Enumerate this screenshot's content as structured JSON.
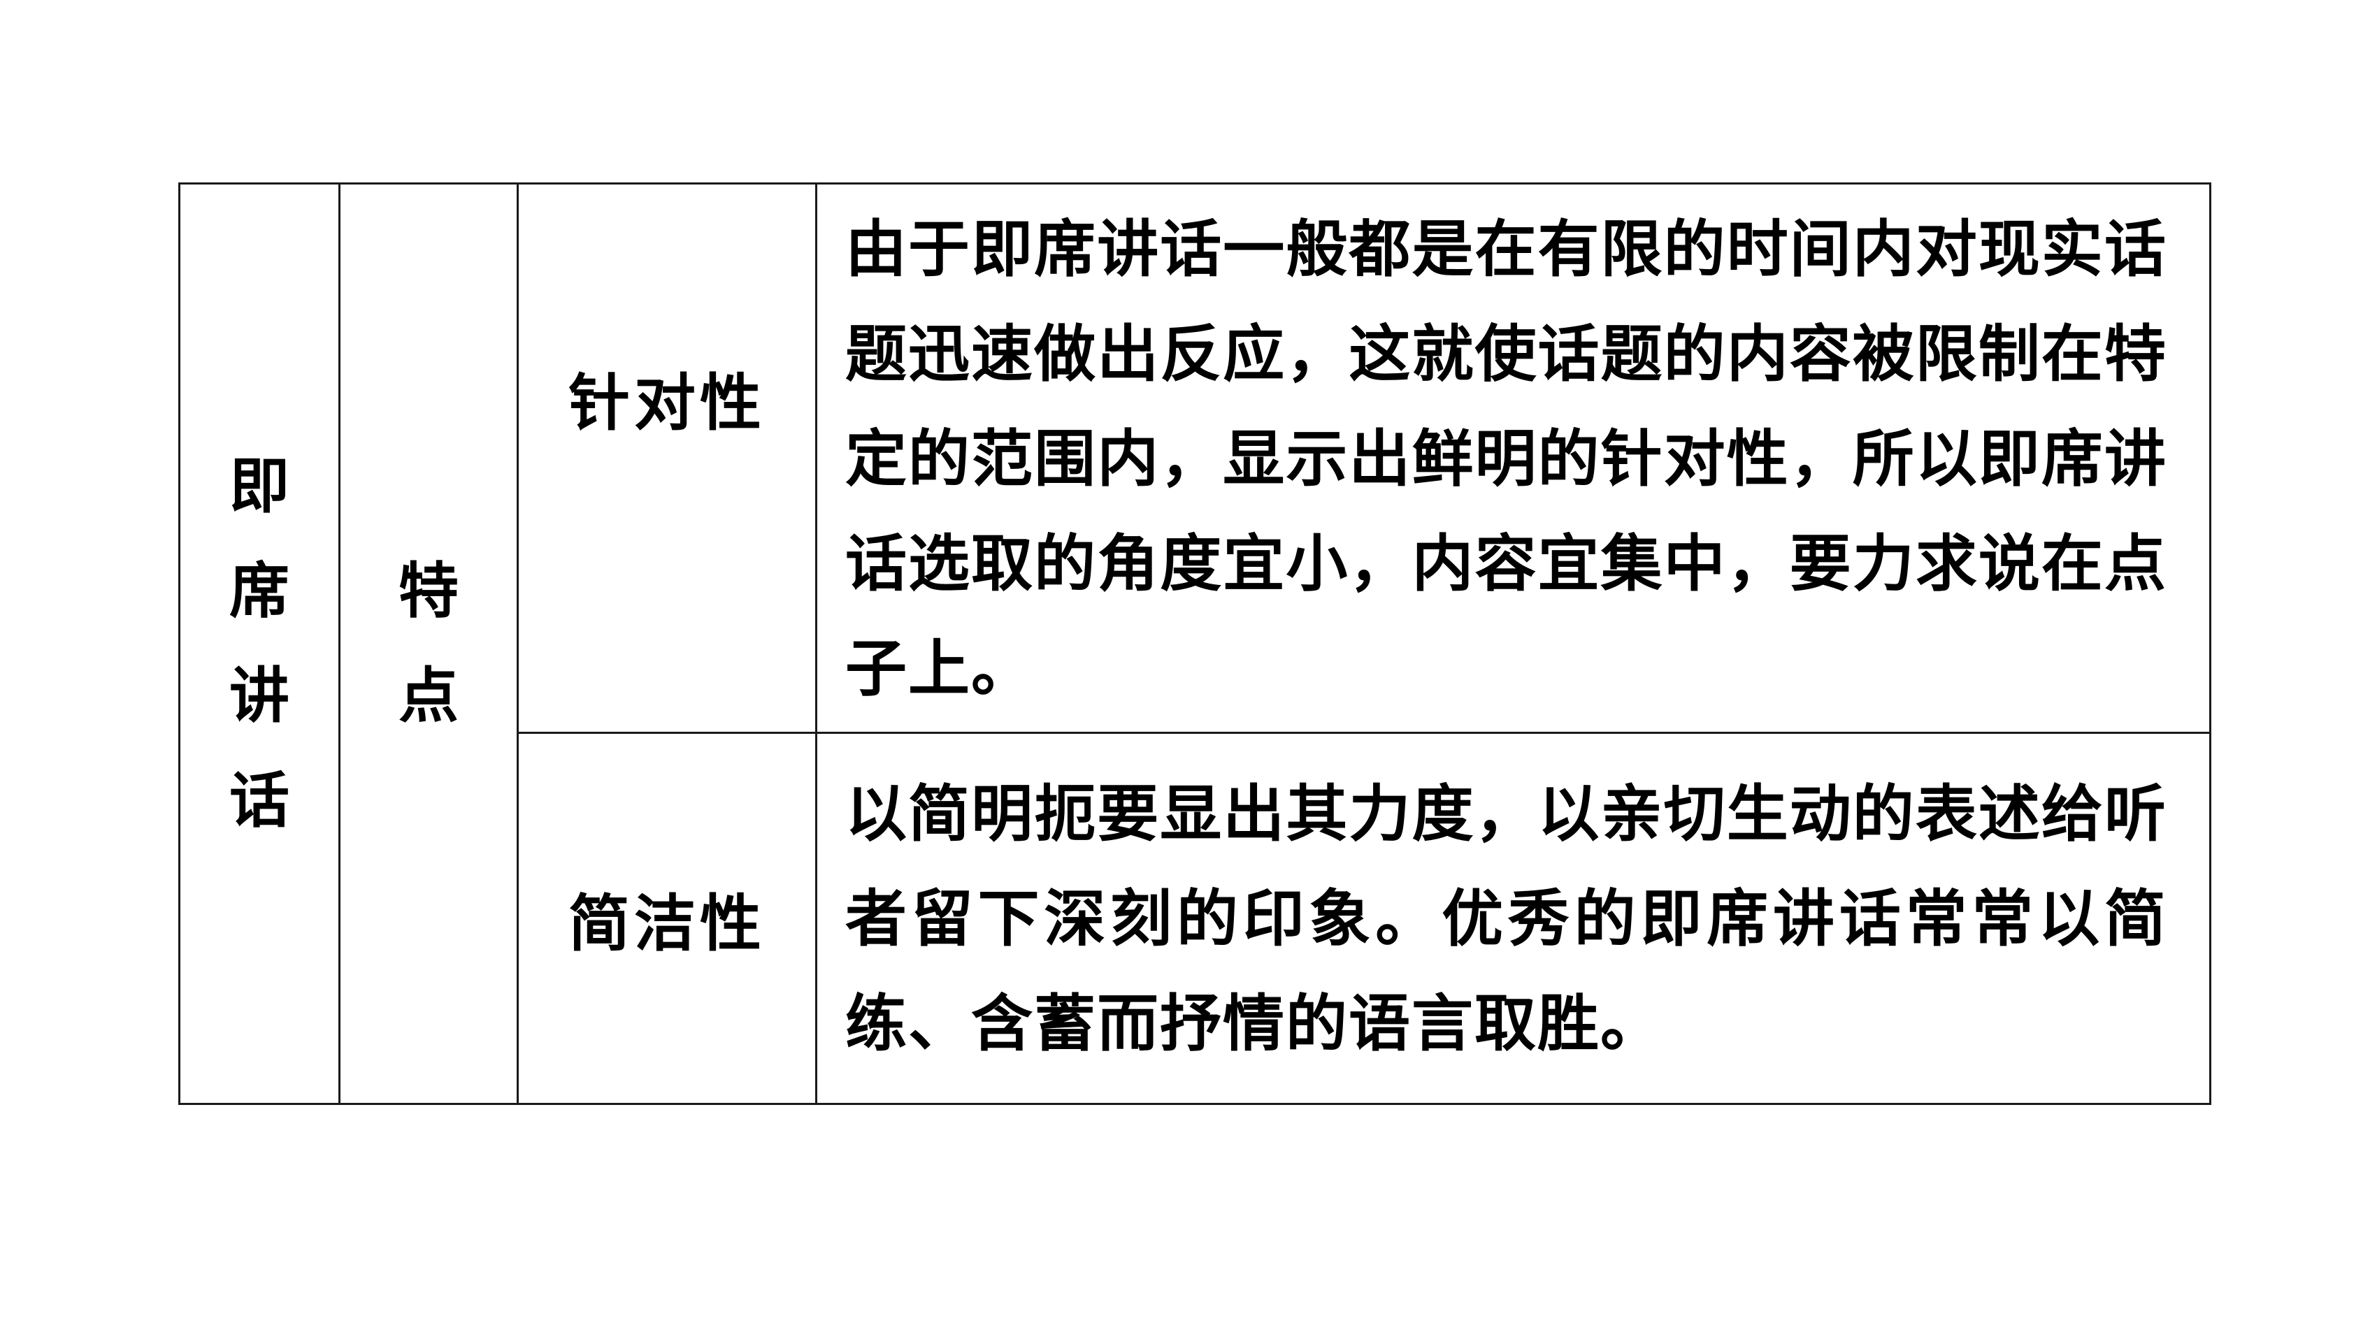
{
  "table": {
    "topic_chars": [
      "即",
      "席",
      "讲",
      "话"
    ],
    "aspect_chars": [
      "特",
      "点"
    ],
    "rows": [
      {
        "trait": "针对性",
        "description": "由于即席讲话一般都是在有限的时间内对现实话题迅速做出反应，这就使话题的内容被限制在特定的范围内，显示出鲜明的针对性，所以即席讲话选取的角度宜小，内容宜集中，要力求说在点子上。"
      },
      {
        "trait": "简洁性",
        "description": "以简明扼要显出其力度，以亲切生动的表述给听者留下深刻的印象。优秀的即席讲话常常以简练、含蓄而抒情的语言取胜。"
      }
    ]
  }
}
